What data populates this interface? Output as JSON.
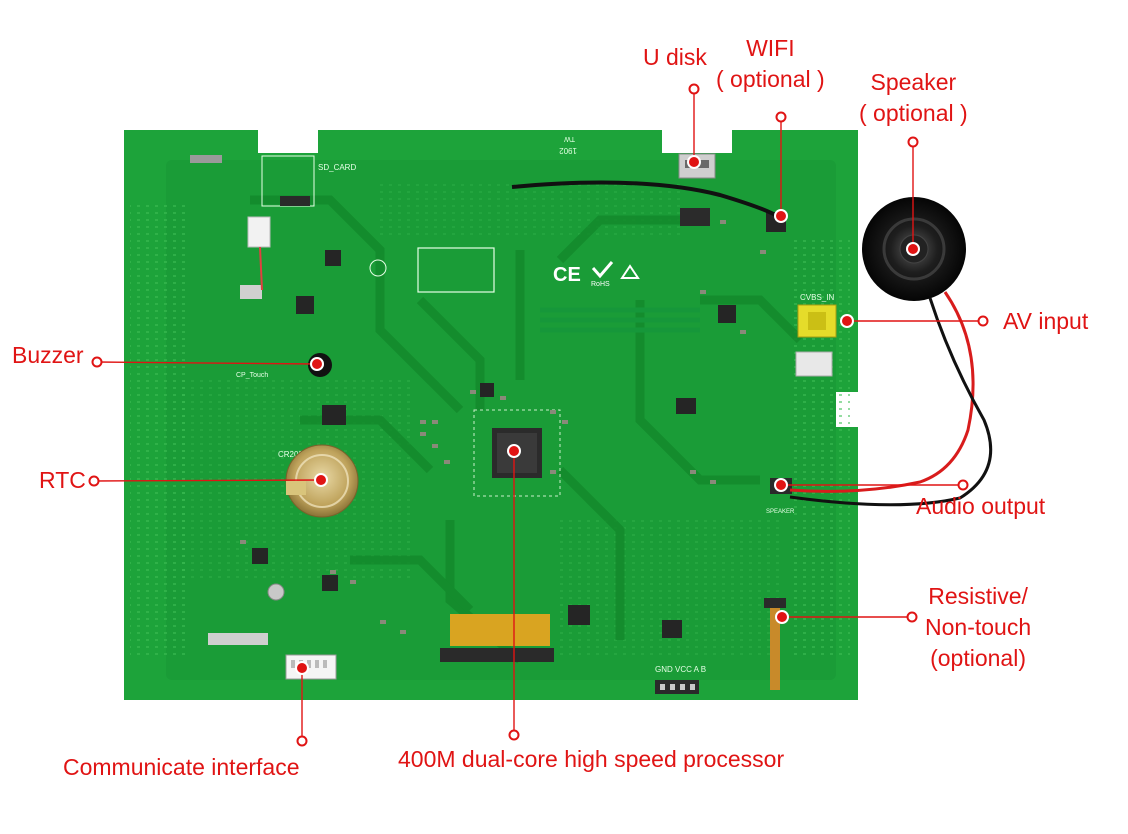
{
  "colors": {
    "accent": "#e01414",
    "board": "#1da33a",
    "board_dark": "#138a2c",
    "background": "#ffffff"
  },
  "labels": {
    "u_disk": "U disk",
    "wifi": [
      "WIFI",
      "( optional )"
    ],
    "speaker": [
      "Speaker",
      "( optional )"
    ],
    "av_input": "AV input",
    "buzzer": "Buzzer",
    "rtc": "RTC",
    "audio_output": "Audio output",
    "resistive": [
      "Resistive/",
      "Non-touch",
      "(optional)"
    ],
    "communicate": "Communicate interface",
    "processor": "400M dual-core high speed processor"
  },
  "silkscreen": {
    "sd_card": "SD_CARD",
    "cp_touch": "CP_Touch",
    "cr2032": "CR2032",
    "cvbs_in": "CVBS_IN",
    "speaker_port": "SPEAKER",
    "pin_row": "GND VCC A B",
    "board_id": "1902",
    "board_code": "TW",
    "ce": "CE",
    "rohs": "RoHS"
  }
}
